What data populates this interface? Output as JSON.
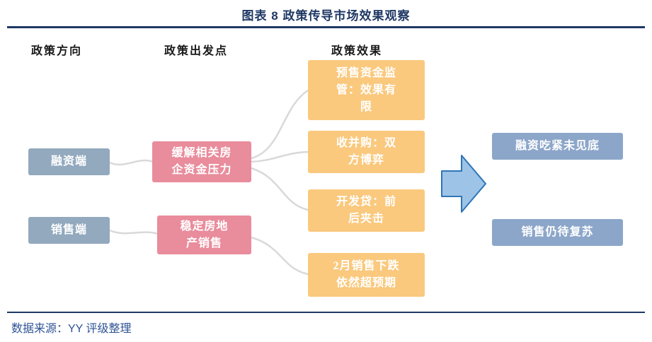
{
  "title": "图表 8 政策传导市场效果观察",
  "columns": {
    "direction": "政策方向",
    "origin": "政策出发点",
    "effect": "政策效果"
  },
  "nodes": {
    "financing": "融资端",
    "sales": "销售端",
    "ease_pressure": "缓解相关房企资金压力",
    "stabilize_sales": "稳定房地产销售",
    "presale_supervision": "预售资金监管：效果有限",
    "ma_game": "收并购：双方博弈",
    "dev_loan": "开发贷：前后夹击",
    "feb_sales_drop": "2月销售下跌依然超预期",
    "financing_tight": "融资吃紧未见底",
    "sales_recovery": "销售仍待复苏"
  },
  "source": "数据来源：YY 评级整理",
  "colors": {
    "title": "#1F3864",
    "rule": "#1F3864",
    "direction_box": "#92A9BE",
    "origin_box": "#E98C9C",
    "effect_box": "#FAC97E",
    "result_box": "#8CA6C9",
    "arrow_fill": "#9DC3E6",
    "arrow_border": "#2E75B6",
    "connector": "#D9D9D9",
    "source_text": "#2E5395"
  }
}
